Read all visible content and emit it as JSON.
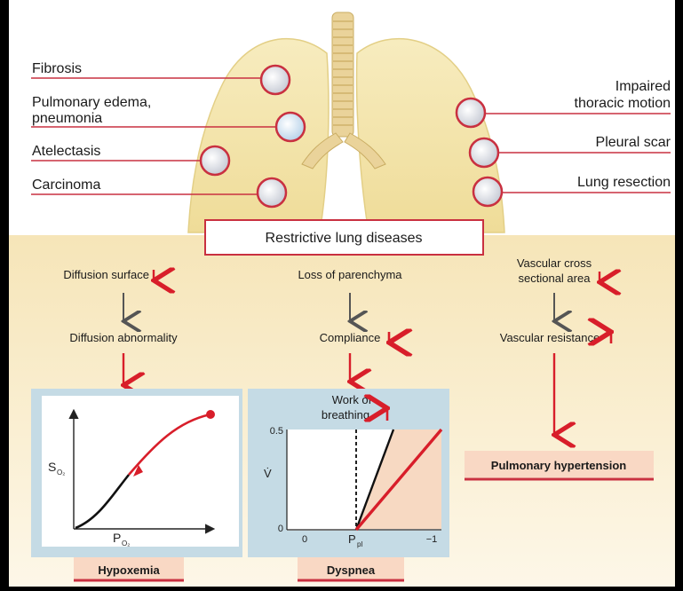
{
  "causes_left": [
    {
      "label_lines": [
        "Fibrosis"
      ]
    },
    {
      "label_lines": [
        "Pulmonary edema,",
        "pneumonia"
      ]
    },
    {
      "label_lines": [
        "Atelectasis"
      ]
    },
    {
      "label_lines": [
        "Carcinoma"
      ]
    }
  ],
  "causes_right": [
    {
      "label_lines": [
        "Impaired",
        "thoracic motion"
      ]
    },
    {
      "label_lines": [
        "Pleural scar"
      ]
    },
    {
      "label_lines": [
        "Lung resection"
      ]
    }
  ],
  "title": "Restrictive lung diseases",
  "columns": {
    "left": {
      "step1": "Diffusion surface",
      "step2": "Diffusion abnormality",
      "outcome": "Hypoxemia",
      "graph": {
        "y_label": "S",
        "y_sub": "O₂",
        "x_label": "P",
        "x_sub": "O₂"
      }
    },
    "middle": {
      "step1": "Loss of parenchyma",
      "step2": "Compliance",
      "step3_lines": [
        "Work of",
        "breathing"
      ],
      "outcome": "Dyspnea",
      "graph": {
        "y_label": "V̇",
        "y_tick_top": "0.5",
        "y_tick_bottom": "0",
        "x_tick_left": "0",
        "x_label": "P",
        "x_sub": "pl",
        "x_tick_right": "−1"
      }
    },
    "right": {
      "step1_lines": [
        "Vascular cross",
        "sectional area"
      ],
      "step2": "Vascular resistance",
      "outcome": "Pulmonary hypertension"
    }
  },
  "colors": {
    "accent_red": "#d81e2a",
    "lung": "#f3e3a4",
    "panel": "#fbf0d4",
    "graph_bg": "#c5dbe5"
  }
}
